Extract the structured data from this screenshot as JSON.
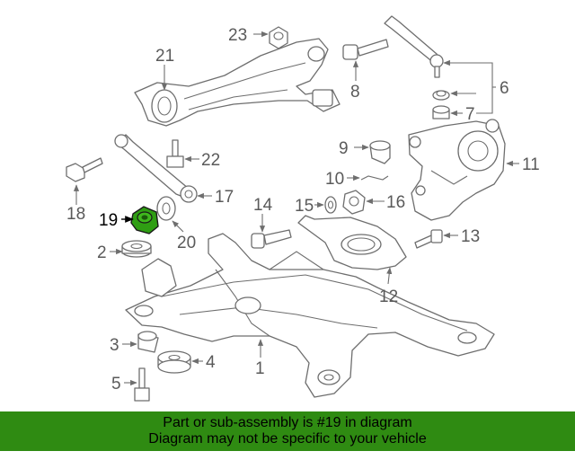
{
  "diagram": {
    "labels": {
      "p1": "1",
      "p2": "2",
      "p3": "3",
      "p4": "4",
      "p5": "5",
      "p6": "6",
      "p7": "7",
      "p8": "8",
      "p9": "9",
      "p10": "10",
      "p11": "11",
      "p12": "12",
      "p13": "13",
      "p14": "14",
      "p15": "15",
      "p16": "16",
      "p17": "17",
      "p18": "18",
      "p19": "19",
      "p20": "20",
      "p21": "21",
      "p22": "22",
      "p23": "23"
    },
    "highlight_part": "19",
    "highlight_color": "#2f9e13",
    "line_color": "#6e6e6e"
  },
  "banner": {
    "line1": "Part or sub-assembly is #19 in diagram",
    "line2": "Diagram may not be specific to your vehicle",
    "background": "#2f8b12"
  }
}
